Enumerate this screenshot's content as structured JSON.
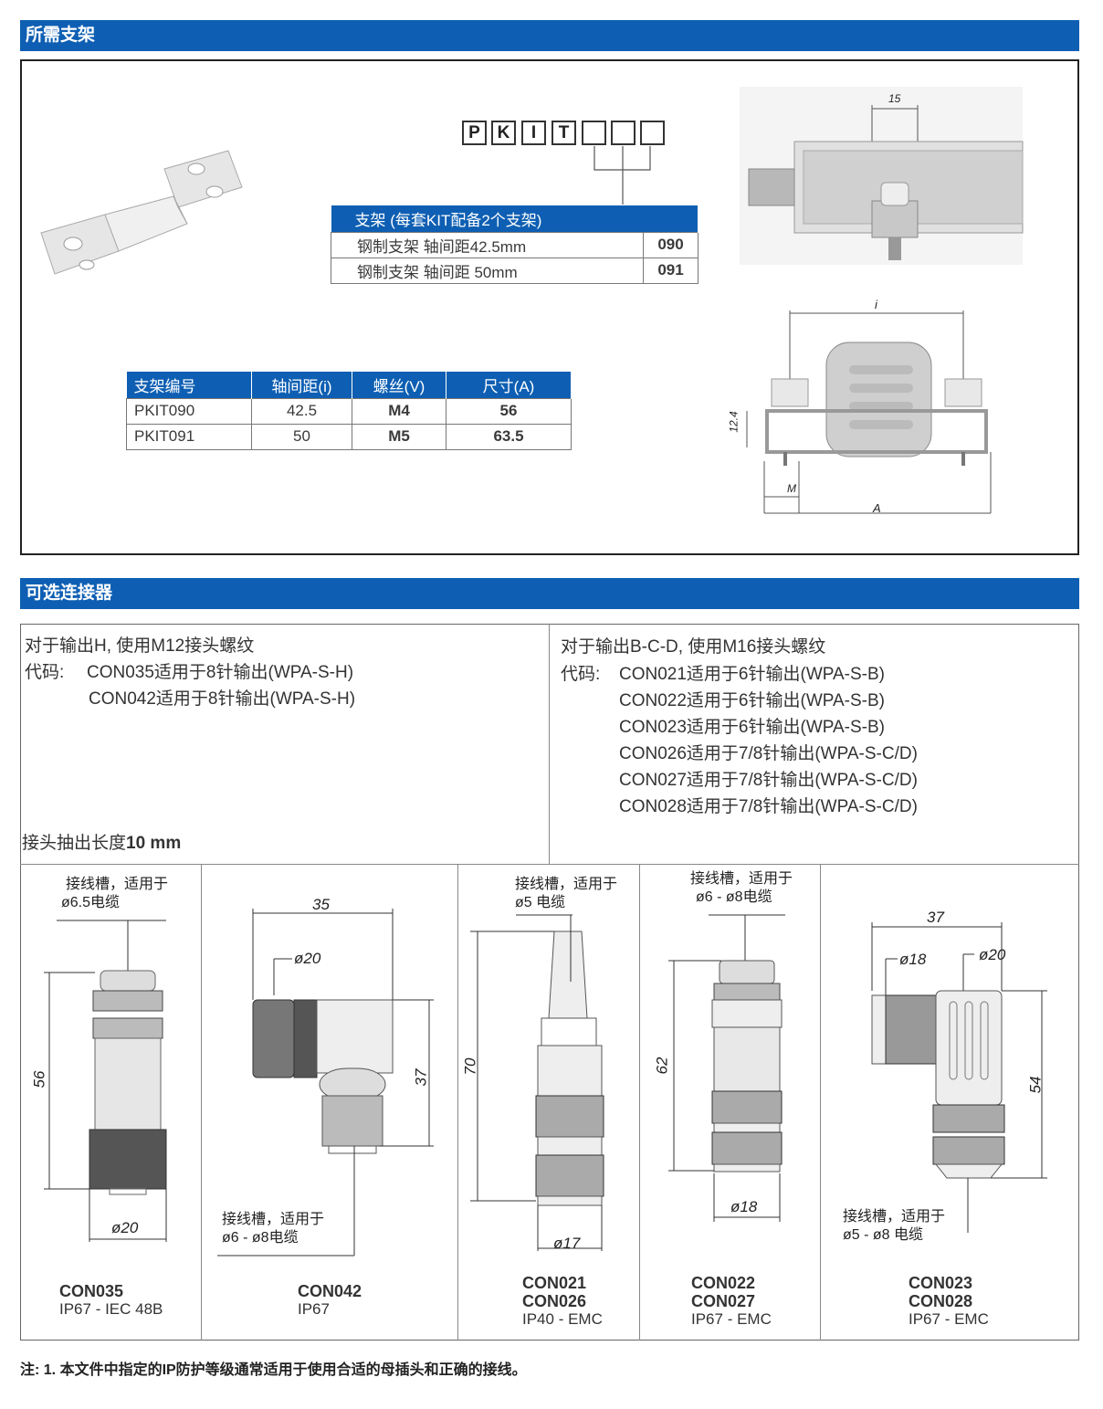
{
  "section1": {
    "title": "所需支架",
    "code_letters": [
      "P",
      "K",
      "I",
      "T"
    ],
    "option_table": {
      "header": "支架 (每套KIT配备2个支架)",
      "rows": [
        {
          "desc": "钢制支架 轴间距42.5mm",
          "code": "090"
        },
        {
          "desc": "钢制支架 轴间距 50mm",
          "code": "091"
        }
      ]
    },
    "spec_table": {
      "headers": [
        "支架编号",
        "轴间距(i)",
        "螺丝(V)",
        "尺寸(A)"
      ],
      "rows": [
        [
          "PKIT090",
          "42.5",
          "M4",
          "56"
        ],
        [
          "PKIT091",
          "50",
          "M5",
          "63.5"
        ]
      ]
    },
    "drawing_labels": {
      "top_dim": "15",
      "i": "i",
      "h": "12.4",
      "m": "M",
      "a": "A"
    }
  },
  "section2": {
    "title": "可选连接器",
    "left": {
      "line1": "对于输出H, 使用M12接头螺纹",
      "code_label": "代码:",
      "codes": [
        "CON035适用于8针输出(WPA-S-H)",
        "CON042适用于8针输出(WPA-S-H)"
      ],
      "length_text": "接头抽出长度",
      "length_value": "10 mm"
    },
    "right": {
      "line1": "对于输出B-C-D, 使用M16接头螺纹",
      "code_label": "代码:",
      "codes": [
        "CON021适用于6针输出(WPA-S-B)",
        "CON022适用于6针输出(WPA-S-B)",
        "CON023适用于6针输出(WPA-S-B)",
        "CON026适用于7/8针输出(WPA-S-C/D)",
        "CON027适用于7/8针输出(WPA-S-C/D)",
        "CON028适用于7/8针输出(WPA-S-C/D)"
      ]
    },
    "connectors": [
      {
        "cable1": "接线槽，适用于",
        "cable2": "ø6.5电缆",
        "dims": [
          "56",
          "ø20"
        ],
        "names": [
          "CON035"
        ],
        "rating": "IP67 - IEC 48B"
      },
      {
        "cable1": "接线槽，适用于",
        "cable2": "ø6 - ø8电缆",
        "dims": [
          "35",
          "ø20",
          "37"
        ],
        "names": [
          "CON042"
        ],
        "rating": "IP67"
      },
      {
        "cable1": "接线槽，适用于",
        "cable2": "ø5 电缆",
        "dims": [
          "70",
          "ø17"
        ],
        "names": [
          "CON021",
          "CON026"
        ],
        "rating": "IP40 - EMC"
      },
      {
        "cable1": "接线槽，适用于",
        "cable2": "ø6 - ø8电缆",
        "dims": [
          "62",
          "ø18"
        ],
        "names": [
          "CON022",
          "CON027"
        ],
        "rating": "IP67 - EMC"
      },
      {
        "cable1": "接线槽，适用于",
        "cable2": "ø5 - ø8 电缆",
        "dims": [
          "37",
          "ø18",
          "ø20",
          "54"
        ],
        "names": [
          "CON023",
          "CON028"
        ],
        "rating": "IP67 - EMC"
      }
    ]
  },
  "note": "注: 1. 本文件中指定的IP防护等级通常适用于使用合适的母插头和正确的接线。"
}
